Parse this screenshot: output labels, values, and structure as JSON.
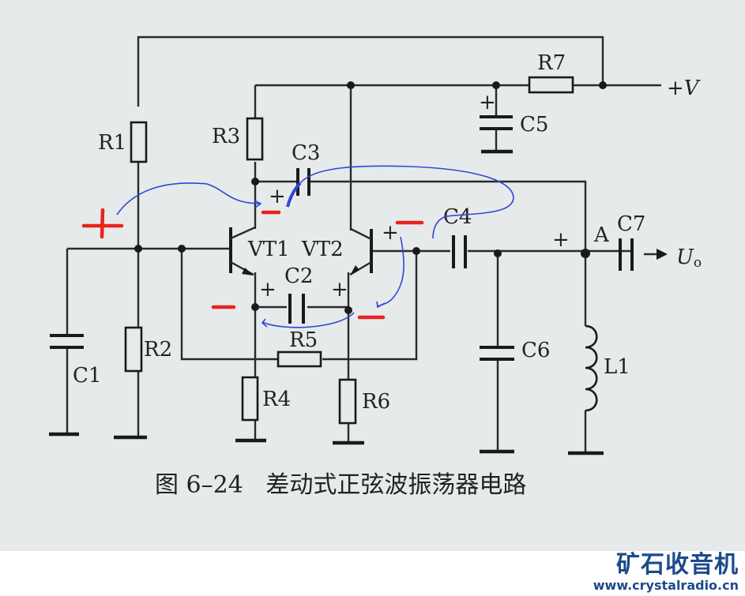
{
  "components": {
    "R1": "R1",
    "R2": "R2",
    "R3": "R3",
    "R4": "R4",
    "R5": "R5",
    "R6": "R6",
    "R7": "R7",
    "C1": "C1",
    "C2": "C2",
    "C3": "C3",
    "C4": "C4",
    "C5": "C5",
    "C6": "C6",
    "C7": "C7",
    "L1": "L1",
    "VT1": "VT1",
    "VT2": "VT2"
  },
  "nodes": {
    "A": "A",
    "supply": "+V",
    "output": "U",
    "output_sub": "o"
  },
  "polarity": {
    "plus": "+"
  },
  "caption": "图 6–24   差动式正弦波振荡器电路",
  "watermark": {
    "name": "矿石收音机",
    "url": "www.crystalradio.cn"
  }
}
